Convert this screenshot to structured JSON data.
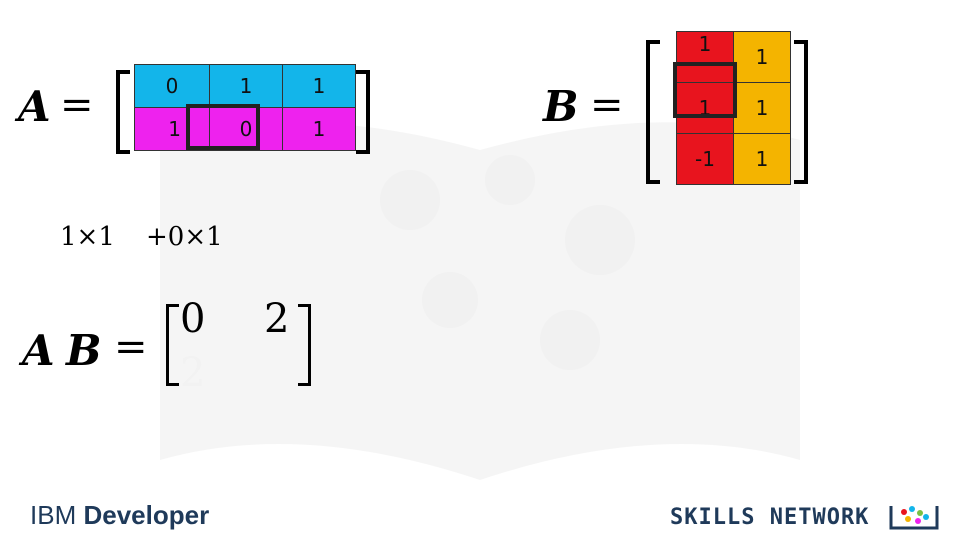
{
  "matrix_a": {
    "label": "A",
    "equals": "=",
    "rows": [
      [
        "0",
        "1",
        "1"
      ],
      [
        "1",
        "0",
        "1"
      ]
    ],
    "row_colors": [
      "#13b5ea",
      "#ee22ee"
    ]
  },
  "matrix_b": {
    "label": "B",
    "equals": "=",
    "rows": [
      [
        "1",
        "1"
      ],
      [
        "1",
        "1"
      ],
      [
        "-1",
        "1"
      ]
    ],
    "col_colors": [
      "#e8141e",
      "#f4b400"
    ]
  },
  "products": {
    "term1": "1×1",
    "term2": "+0×1"
  },
  "result": {
    "label_a": "A",
    "label_b": "B",
    "equals": "=",
    "row1": [
      "0",
      "2"
    ],
    "row2_partial": "2"
  },
  "branding": {
    "ibm_prefix": "IBM",
    "ibm_suffix": "Developer",
    "skills": "SKILLS NETWORK"
  }
}
